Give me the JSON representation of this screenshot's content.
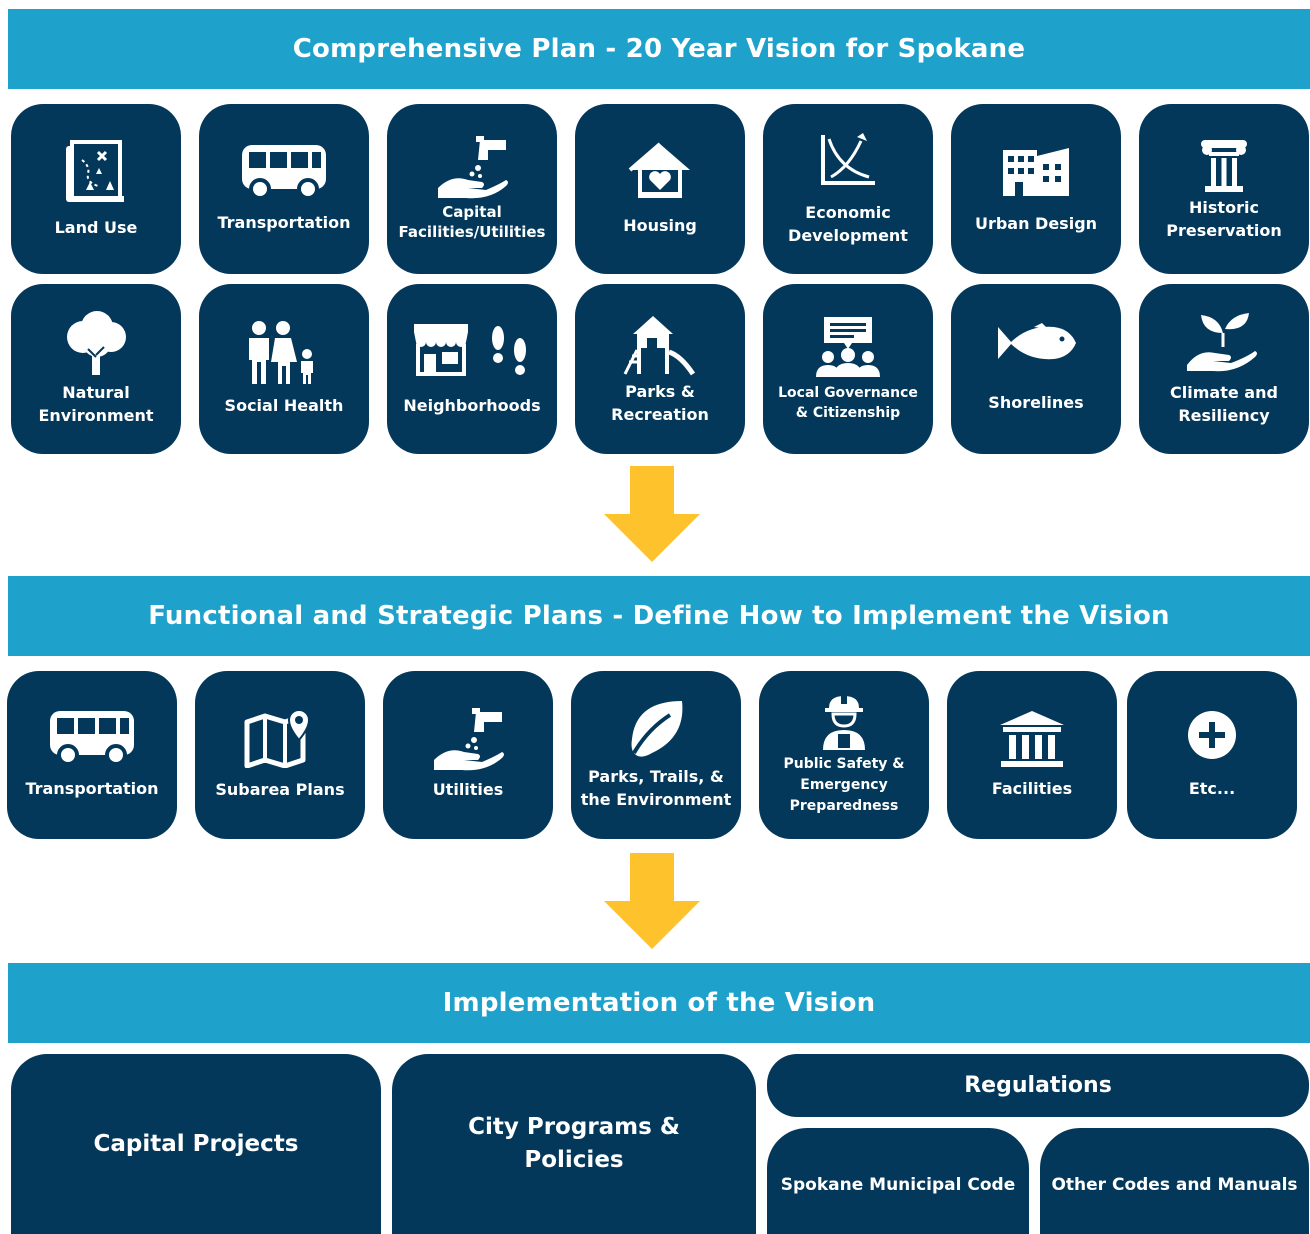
{
  "banners": {
    "comprehensive": "Comprehensive Plan - 20 Year Vision for Spokane",
    "functional": "Functional and Strategic Plans - Define How to Implement the Vision",
    "implementation": "Implementation of the Vision"
  },
  "row1": [
    {
      "label": "Land Use",
      "icon": "map-icon"
    },
    {
      "label": "Transportation",
      "icon": "bus-icon"
    },
    {
      "label": "Capital\nFacilities/Utilities",
      "icon": "faucet-hand-icon"
    },
    {
      "label": "Housing",
      "icon": "house-heart-icon"
    },
    {
      "label": "Economic\nDevelopment",
      "icon": "growth-chart-icon"
    },
    {
      "label": "Urban Design",
      "icon": "buildings-icon"
    },
    {
      "label": "Historic\nPreservation",
      "icon": "column-icon"
    }
  ],
  "row2": [
    {
      "label": "Natural\nEnvironment",
      "icon": "tree-icon"
    },
    {
      "label": "Social Health",
      "icon": "family-icon"
    },
    {
      "label": "Neighborhoods",
      "icon": "storefront-footprints-icon"
    },
    {
      "label": "Parks &\nRecreation",
      "icon": "playground-icon"
    },
    {
      "label": "Local Governance\n& Citizenship",
      "icon": "meeting-icon"
    },
    {
      "label": "Shorelines",
      "icon": "fish-icon"
    },
    {
      "label": "Climate and\nResiliency",
      "icon": "plant-hand-icon"
    }
  ],
  "row3": [
    {
      "label": "Transportation",
      "icon": "bus-icon"
    },
    {
      "label": "Subarea Plans",
      "icon": "map-pin-icon"
    },
    {
      "label": "Utilities",
      "icon": "faucet-hand-icon"
    },
    {
      "label": "Parks, Trails, &\nthe Environment",
      "icon": "leaf-icon"
    },
    {
      "label": "Public Safety &\nEmergency\nPreparedness",
      "icon": "firefighter-icon"
    },
    {
      "label": "Facilities",
      "icon": "government-building-icon"
    },
    {
      "label": "Etc...",
      "icon": "plus-circle-icon"
    }
  ],
  "implementation": {
    "capital_projects": "Capital Projects",
    "city_programs": "City Programs &\nPolicies",
    "regulations": "Regulations",
    "municipal_code": "Spokane Municipal Code",
    "other_codes": "Other Codes and Manuals"
  },
  "colors": {
    "banner": "#1ea2cb",
    "tile": "#04385b",
    "arrow": "#fec22d",
    "text": "#ffffff"
  }
}
